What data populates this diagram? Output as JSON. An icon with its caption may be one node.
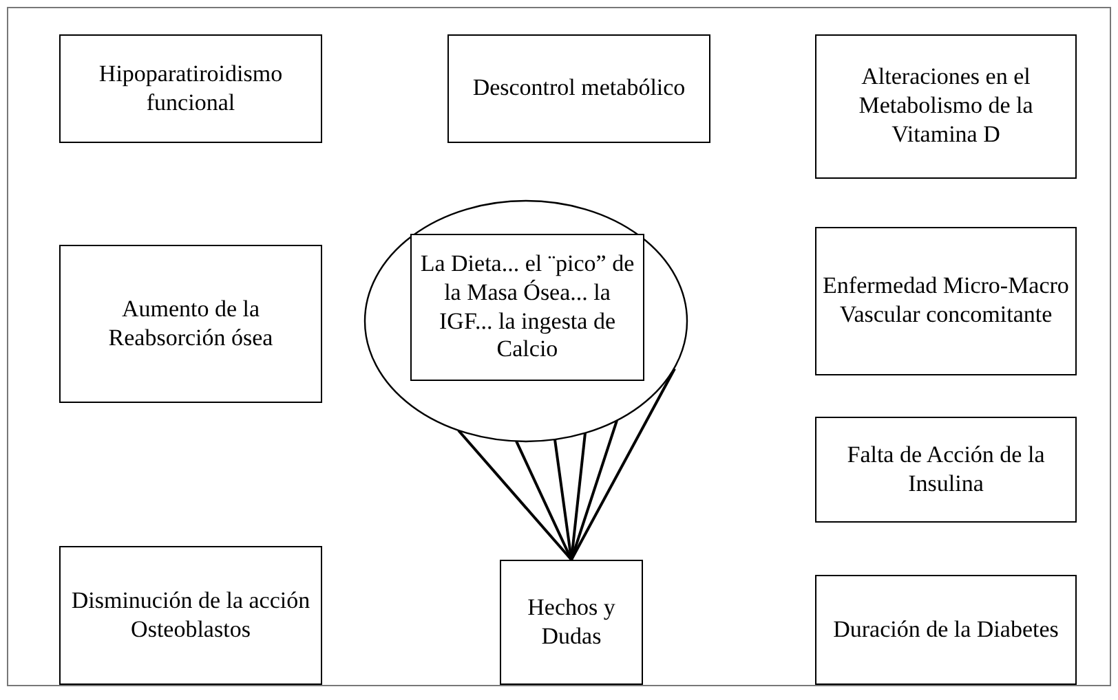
{
  "diagram": {
    "nodes": [
      {
        "text": [
          "Hipoparatiroidismo funcional"
        ]
      },
      {
        "text": [
          "Descontrol metabólico"
        ]
      },
      {
        "text": [
          "Alteraciones en el Metabolismo de la Vitamina D"
        ]
      },
      {
        "text": [
          "Aumento de la Reabsorción ósea"
        ]
      },
      {
        "text": [],
        "shape": "ellipse"
      },
      {
        "text": [
          "La Dieta... el ¨pico” de la Masa Ósea... la IGF... la ingesta de Calcio"
        ],
        "in": 4
      },
      {
        "text": [
          "Enfermedad Micro-Macro Vascular concomitante"
        ]
      },
      {
        "text": [
          "Falta de Acción de la Insulina"
        ]
      },
      {
        "text": [
          "Disminución de la acción Osteoblastos"
        ]
      },
      {
        "text": [
          "Hechos y Dudas"
        ]
      },
      {
        "text": [
          "Duración de la Diabetes"
        ]
      }
    ],
    "edges": [
      {
        "from": 4,
        "to": 9,
        "arrow": "none"
      },
      {
        "from": 4,
        "to": 9,
        "arrow": "none"
      },
      {
        "from": 4,
        "to": 9,
        "arrow": "none"
      },
      {
        "from": 4,
        "to": 9,
        "arrow": "none"
      },
      {
        "from": 4,
        "to": 9,
        "arrow": "none"
      },
      {
        "from": 4,
        "to": 9,
        "arrow": "none"
      }
    ]
  }
}
